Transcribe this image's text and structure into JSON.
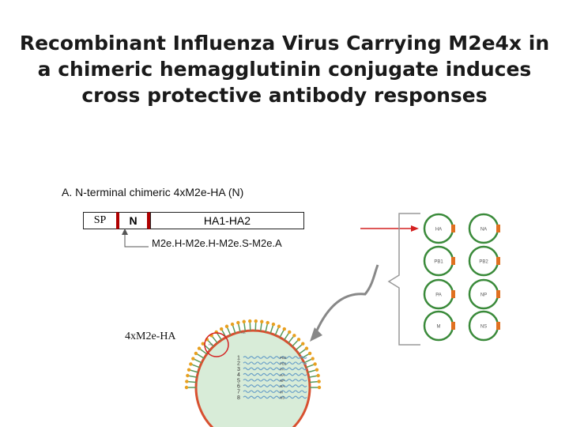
{
  "title": {
    "line1": "Recombinant Influenza Virus Carrying M2e4x in",
    "line2": "a chimeric hemagglutinin conjugate induces",
    "line3": "cross protective antibody responses"
  },
  "construct": {
    "heading": "A. N-terminal chimeric 4xM2e-HA (N)",
    "segments": {
      "sp": "SP",
      "n": "N",
      "ha": "HA1-HA2"
    },
    "insert_sequence": "M2e.H-M2e.H-M2e.S-M2e.A"
  },
  "virion": {
    "label": "4xM2e-HA",
    "segment_numbers": [
      "1",
      "2",
      "3",
      "4",
      "5",
      "6",
      "7",
      "8"
    ],
    "segment_names": [
      "PB2",
      "PB1",
      "PA",
      "HA",
      "NP",
      "NA",
      "M",
      "NS"
    ]
  },
  "gene_segments": [
    "HA",
    "NA",
    "PB1",
    "PB2",
    "PA",
    "NP",
    "M",
    "NS"
  ],
  "colors": {
    "accent_red": "#d42020",
    "segment_orange": "#e07020",
    "virion_dots": "#e8a020",
    "virion_body": "#cfe6cf"
  }
}
